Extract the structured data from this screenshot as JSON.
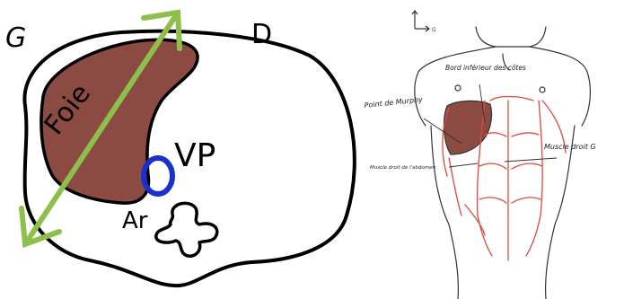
{
  "left_diagram": {
    "label_gauche": "G",
    "label_droite": "D",
    "label_foie": "Foie",
    "label_vp": "VP",
    "label_ar": "Ar",
    "colors": {
      "liver": "#8b4a42",
      "arrow": "#8dc04a",
      "vessel": "#1a2fd0",
      "outline": "#000000"
    }
  },
  "right_diagram": {
    "axis_label": "G",
    "label_bord_inferieur": "Bord inférieur des côtes",
    "label_point_murphy": "Point de Murphy",
    "label_muscle_droit_g": "Muscle droit G",
    "label_muscle_droit_abdomen": "Muscle droit de l'abdomen",
    "colors": {
      "liver": "#8b4a42",
      "muscle_lines": "#e0483c",
      "outline": "#333333"
    }
  }
}
